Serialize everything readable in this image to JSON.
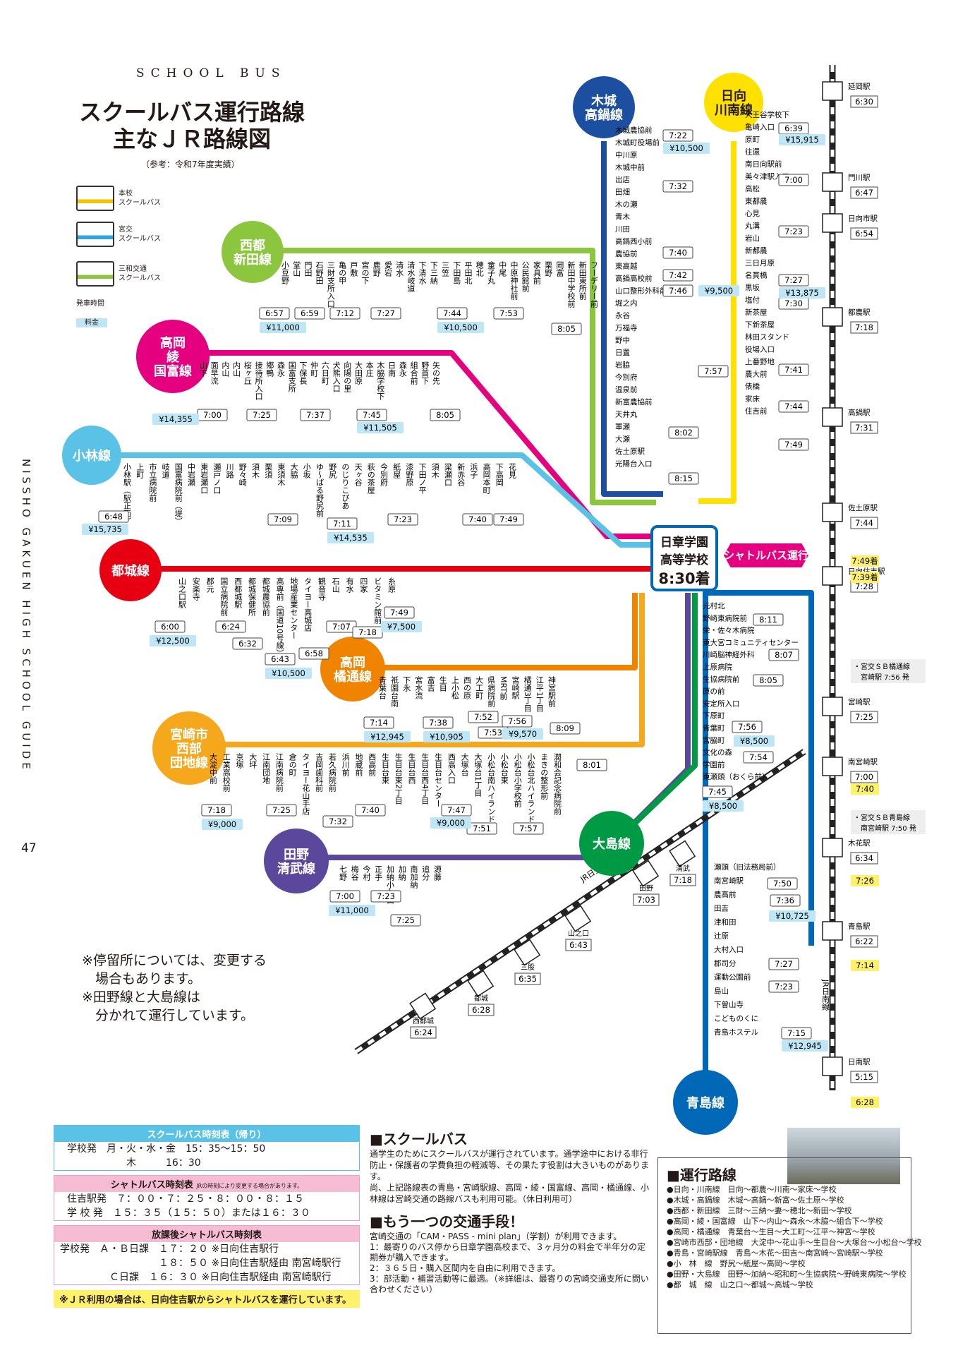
{
  "header": {
    "sb": "SCHOOL BUS",
    "title1": "スクールバス運行路線",
    "title2": "主なＪＲ路線図",
    "ref": "（参考：令和7年度実績）",
    "side": "NISSHO GAKUEN HIGH SCHOOL GUIDE",
    "page": "47"
  },
  "legend": {
    "l1": "本校\nスクールバス",
    "l2": "宮交\nスクールバス",
    "l3": "三和交通\nスクールバス",
    "dep": "発車時間",
    "fare": "料金"
  },
  "hub": {
    "l1": "日章学園",
    "l2": "高等学校",
    "l3": "8:30着"
  },
  "shuttle": "シャトルバス運行",
  "routes": {
    "kijo": {
      "name": "木城\n高鍋線",
      "color": "#1d4fa0",
      "stops": [
        "木城農協前",
        "木城町役場前",
        "中川原",
        "木城中前",
        "出店",
        "田畑",
        "木の瀬",
        "青木",
        "川田",
        "高鍋西小前",
        "農協前",
        "東高越",
        "高鍋高校前",
        "山口整形外科前",
        "堀之内",
        "永谷",
        "万福寺",
        "野中",
        "日置",
        "岩脇",
        "今別府",
        "温泉前",
        "新富農協前",
        "天井丸",
        "軍瀬",
        "大瀬",
        "佐土原駅",
        "光陽台入口"
      ],
      "times": [
        "7:22",
        "7:32",
        "7:40",
        "7:42",
        "7:46",
        "7:57",
        "8:02",
        "8:15"
      ],
      "fares": [
        "¥10,500",
        "¥9,500"
      ]
    },
    "hyuga": {
      "name": "日向\n川南線",
      "color": "#ffe100",
      "stops": [
        "大王谷学校下",
        "亀崎入口",
        "原町",
        "往還",
        "南日向駅前",
        "美々津駅入口",
        "高松",
        "東都農",
        "心見",
        "丸溝",
        "岩山",
        "新都農",
        "三日月原",
        "名貫橋",
        "黒坂",
        "塩付",
        "新茶屋",
        "下新茶屋",
        "林田スタンド",
        "役場入口",
        "上番野地",
        "農大前",
        "俵橋",
        "家床",
        "住吉前"
      ],
      "times": [
        "6:39",
        "7:00",
        "7:23",
        "7:27",
        "7:30",
        "7:41",
        "7:44",
        "7:49"
      ],
      "fares": [
        "¥15,915",
        "¥13,875"
      ]
    },
    "seito": {
      "name": "西都\n新田線",
      "color": "#8cc63f",
      "stops": [
        "小豆野",
        "堂山",
        "門田",
        "石野田",
        "三財支所入口",
        "亀の甲",
        "戸敷",
        "宮の下",
        "鹿野",
        "愛宕",
        "清水",
        "清水岐道",
        "下清水",
        "下三納",
        "三笠",
        "下田島",
        "平田北",
        "穂北",
        "童子丸",
        "中尾",
        "中原神社前",
        "公民館前",
        "家具前",
        "栗野",
        "岡富",
        "新田中学校前",
        "新田東所前",
        "フーデリー前"
      ],
      "times": [
        "6:57",
        "6:59",
        "7:12",
        "7:27",
        "7:44",
        "7:53",
        "8:05"
      ],
      "fares": [
        "¥11,000",
        "¥10,500"
      ]
    },
    "takaoka": {
      "name": "高岡\n綾\n国富線",
      "color": "#e4007f",
      "stops": [
        "山下",
        "面早流",
        "内山",
        "内山",
        "桜ヶ丘",
        "接待所入口",
        "郷鴨",
        "森永",
        "国富支所",
        "下保長",
        "仲町",
        "六日町",
        "犬熊入口",
        "向陽の里",
        "大田原",
        "本庄",
        "木脇学校下",
        "日南",
        "森永",
        "組合前",
        "野首下",
        "矢の先"
      ],
      "times": [
        "7:00",
        "7:25",
        "7:37",
        "7:45",
        "8:05"
      ],
      "fares": [
        "¥14,355",
        "¥11,505"
      ]
    },
    "kobayashi": {
      "name": "小林線",
      "color": "#5bc2e7",
      "stops": [
        "小林駅（駅正面）",
        "上町",
        "市立病院前",
        "岐道",
        "国富病院前（堤）",
        "中岩瀬",
        "東岩瀬口",
        "瀬戸ノ口",
        "川路",
        "野々崎",
        "須木",
        "栗須",
        "東須木",
        "大脇",
        "小坂",
        "ゆ～ぱる野尻前",
        "野尻",
        "のじりこぴあ",
        "天ヶ谷",
        "萩の茶屋",
        "今別府",
        "紙屋",
        "漆野原",
        "下田ノ平",
        "須木",
        "梁瀬口",
        "新赤谷",
        "浜子",
        "高岡本町",
        "下高岡",
        "花見"
      ],
      "times": [
        "6:48",
        "7:09",
        "7:11",
        "7:23",
        "7:40",
        "7:49"
      ],
      "fares": [
        "¥15,735",
        "¥14,535"
      ]
    },
    "miyakonojo": {
      "name": "都城線",
      "color": "#e60012",
      "stops": [
        "山之口駅",
        "安楽寺",
        "郡元",
        "国立病院前",
        "西都城駅",
        "都城保健所",
        "都城農協前",
        "高専前（国道10号線）",
        "地場産業センター",
        "タイヨー高城店",
        "観音寺",
        "石山",
        "有水",
        "四家",
        "ビタミン館前",
        "糸原"
      ],
      "times": [
        "6:00",
        "6:24",
        "6:32",
        "6:43",
        "6:58",
        "7:07",
        "7:18",
        "7:49"
      ],
      "fares": [
        "¥12,500",
        "¥10,500",
        "¥7,500"
      ]
    },
    "takahashi": {
      "name": "高岡\n橘通線",
      "color": "#f08300",
      "stops": [
        "青葉台",
        "祇園台南",
        "下永",
        "宮水流",
        "富吉",
        "生目",
        "上小松",
        "西の原",
        "大工町",
        "県病院前",
        "MRT前",
        "宮崎駅",
        "橘通3丁目",
        "江平1丁目",
        "神宮駅前"
      ],
      "times": [
        "7:14",
        "7:38",
        "7:52",
        "7:53",
        "7:56",
        "8:09"
      ],
      "fares": [
        "¥12,945",
        "¥10,905",
        "¥9,570"
      ]
    },
    "danchi": {
      "name": "宮崎市\n西部\n団地線",
      "color": "#f6a81c",
      "stops": [
        "大淀中前",
        "工業高校前",
        "京塚",
        "大坪",
        "江南団地",
        "江南病院前",
        "倉の町",
        "タイヨー花山手店",
        "吉岡歯科前",
        "若久病院前",
        "浜川前",
        "地蔵前",
        "西高前",
        "生目台東",
        "生目台東2丁目",
        "生目台西",
        "生目台西4丁目",
        "生目台センター",
        "西高入口",
        "大塚台",
        "大塚台1丁目",
        "小松台南ハイランド",
        "小松台東",
        "小松台小学校前",
        "小松台北ハイランド",
        "まきの整形前",
        "潤和会記念病院前"
      ],
      "times": [
        "7:18",
        "7:25",
        "7:32",
        "7:40",
        "7:47",
        "7:51",
        "7:57",
        "8:01"
      ],
      "fares": [
        "¥9,000",
        "¥9,000"
      ]
    },
    "tano": {
      "name": "田野\n清武線",
      "color": "#5b479b",
      "stops": [
        "七野",
        "梅谷",
        "今村",
        "正手",
        "加納小入口",
        "加納",
        "南加納",
        "追分",
        "源藤"
      ],
      "times": [
        "7:00",
        "7:23",
        "7:25"
      ],
      "fares": [
        "¥11,000"
      ]
    },
    "oshima": {
      "name": "大島線",
      "color": "#009944",
      "stops": [
        "元村北",
        "野崎東病院前",
        "栄・佐々木病院",
        "東大宮コミュニティセンター",
        "川崎脳神経外科",
        "上原病院",
        "生協病院前",
        "原の前",
        "安定所入口",
        "下原町",
        "青葉町",
        "宮脇町",
        "文化の森",
        "学園前",
        "東瀬頭（おくら前）"
      ],
      "times": [
        "8:11",
        "8:07",
        "8:05",
        "7:56",
        "7:54",
        "7:45"
      ],
      "fares": [
        "¥8,500",
        "¥8,500"
      ]
    },
    "aoshima": {
      "name": "青島線",
      "color": "#0068b7",
      "stops": [
        "瀬頭（旧法務局前）",
        "南宮崎駅",
        "農高前",
        "田吉",
        "津和田",
        "辻原",
        "大村入口",
        "郡司分",
        "運動公園前",
        "島山",
        "下曽山寺",
        "こどものくに",
        "青島ホステル"
      ],
      "times": [
        "7:50",
        "7:36",
        "7:27",
        "7:23",
        "7:15"
      ],
      "fares": [
        "¥10,725",
        "¥12,945"
      ]
    }
  },
  "jr_east": {
    "stations": [
      "延岡駅",
      "門川駅",
      "日向市駅",
      "都農駅",
      "高鍋駅",
      "佐土原駅",
      "日向住吉駅",
      "宮崎駅",
      "南宮崎駅",
      "木花駅",
      "青島駅",
      "日南駅"
    ],
    "times": [
      "6:30",
      "6:47",
      "6:54",
      "7:18",
      "7:31",
      "7:44",
      "7:28",
      "7:25",
      "7:00",
      "6:34",
      "6:22",
      "5:15"
    ],
    "shuttle_times": [
      "7:49着",
      "7:39着",
      "7:40",
      "7:26",
      "7:14",
      "6:28"
    ],
    "line": "JR日南線",
    "note1": "・宮交ＳＢ橘通線\n　宮崎駅 7:56 発",
    "note2": "・宮交ＳＢ青島線\n　南宮崎駅 7:50 発"
  },
  "jr_west": {
    "line": "JR日豊線",
    "stations": [
      "清武",
      "田野",
      "山之口",
      "三股",
      "都城",
      "西都城"
    ],
    "times": [
      "7:18",
      "7:03",
      "6:43",
      "6:35",
      "6:28",
      "6:24"
    ]
  },
  "remarks": [
    "※停留所については、変更する\n　場合もあります。",
    "※田野線と大島線は\n　分かれて運行しています。"
  ],
  "tables": {
    "t1": {
      "head": "スクールバス時刻表（帰り）",
      "rows": [
        "学校発　月・火・水・金　15：35～15：50",
        "　　　　　　木　　　16：30"
      ]
    },
    "t2": {
      "head": "シャトルバス時刻表",
      "sub": "JRの時刻により変更する場合があります。",
      "rows": [
        "住吉駅発　７：００・７：２５・８：００・８：１５",
        "学 校 発　１５：３５（１５：５０）または１６：３０"
      ]
    },
    "t3": {
      "head": "放課後シャトルバス時刻表",
      "rows": [
        "学校発　Ａ・Ｂ日課　１７：２０ ※日向住吉駅行",
        "　　　　　　　　　　１８：５０ ※日向住吉駅経由 南宮崎駅行",
        "　　　　　Ｃ日課　１６：３０ ※日向住吉駅経由 南宮崎駅行"
      ]
    },
    "foot": "※ＪＲ利用の場合は、日向住吉駅からシャトルバスを運行しています。"
  },
  "schoolbus": {
    "title": "■スクールバス",
    "body": "通学生のためにスクールバスが運行されています。通学途中における非行防止・保護者の学費負担の軽減等、その果たす役割は大きいものがあります。\n尚、上記路線表の青島・宮崎駅線、高岡・綾・国富線、高岡・橘通線、小林線は宮崎交通の路線バスも利用可能。（休日利用可）"
  },
  "other": {
    "title": "■もう一つの交通手段！",
    "body": "宮崎交通の「CAM・PASS - mini plan」（学割）が利用できます。",
    "items": [
      "1：最寄りのバス停から日章学園高校まで、３ヶ月分の料金で半年分の定期券が購入できます。",
      "2：３６５日・購入区間内を自由に利用できます。",
      "3：部活動・補習活動等に最適。（※詳細は、最寄りの宮崎交通支所に問い合わせください）"
    ]
  },
  "route_list": {
    "title": "■運行路線",
    "items": [
      "●日向・川南線　日向～都農～川南～家床～学校",
      "●木城・高鍋線　木城～高鍋～新富～佐土原～学校",
      "●西都・新田線　三財～三納～妻～穂北～新田～学校",
      "●高岡・綾・国富線　山下～内山～森永～木脇～組合下～学校",
      "●高岡・橘通線　青葉台～生目～大工町～江平～神宮～学校",
      "●宮崎市西部・団地線　大淀中～花山手～生目台～大塚台～小松台～学校",
      "●青島・宮崎駅線　青島～木花～田吉～南宮崎～宮崎駅～学校",
      "●小　林　線　野尻～紙屋～高岡～学校",
      "●田野・大島線　田野～加納～昭和町～生協病院～野崎東病院～学校",
      "●都　城　線　山之口～都城～高城～学校"
    ]
  }
}
